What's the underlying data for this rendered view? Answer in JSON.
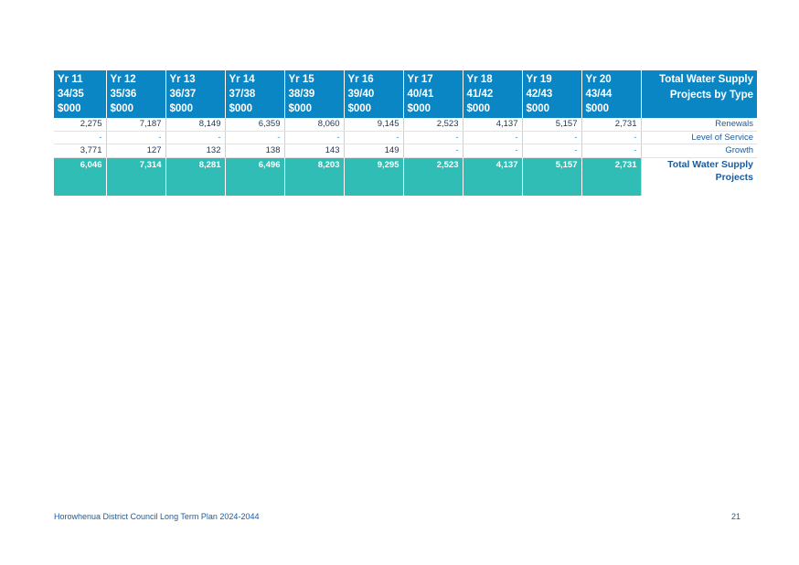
{
  "table": {
    "headers": [
      {
        "year": "Yr 11",
        "period": "34/35",
        "unit": "$000"
      },
      {
        "year": "Yr 12",
        "period": "35/36",
        "unit": "$000"
      },
      {
        "year": "Yr 13",
        "period": "36/37",
        "unit": "$000"
      },
      {
        "year": "Yr 14",
        "period": "37/38",
        "unit": "$000"
      },
      {
        "year": "Yr 15",
        "period": "38/39",
        "unit": "$000"
      },
      {
        "year": "Yr 16",
        "period": "39/40",
        "unit": "$000"
      },
      {
        "year": "Yr 17",
        "period": "40/41",
        "unit": "$000"
      },
      {
        "year": "Yr 18",
        "period": "41/42",
        "unit": "$000"
      },
      {
        "year": "Yr 19",
        "period": "42/43",
        "unit": "$000"
      },
      {
        "year": "Yr 20",
        "period": "43/44",
        "unit": "$000"
      }
    ],
    "type_header": {
      "line1": "Total Water Supply",
      "line2": "Projects by Type"
    },
    "rows": [
      {
        "label": "Renewals",
        "values": [
          "2,275",
          "7,187",
          "8,149",
          "6,359",
          "8,060",
          "9,145",
          "2,523",
          "4,137",
          "5,157",
          "2,731"
        ]
      },
      {
        "label": "Level of Service",
        "values": [
          "-",
          "-",
          "-",
          "-",
          "-",
          "-",
          "-",
          "-",
          "-",
          "-"
        ]
      },
      {
        "label": "Growth",
        "values": [
          "3,771",
          "127",
          "132",
          "138",
          "143",
          "149",
          "-",
          "-",
          "-",
          "-"
        ]
      }
    ],
    "total": {
      "label_line1": "Total Water Supply",
      "label_line2": "Projects",
      "values": [
        "6,046",
        "7,314",
        "8,281",
        "6,496",
        "8,203",
        "9,295",
        "2,523",
        "4,137",
        "5,157",
        "2,731"
      ]
    }
  },
  "footer": {
    "title": "Horowhenua District Council Long Term Plan 2024-2044",
    "page_number": "21"
  }
}
